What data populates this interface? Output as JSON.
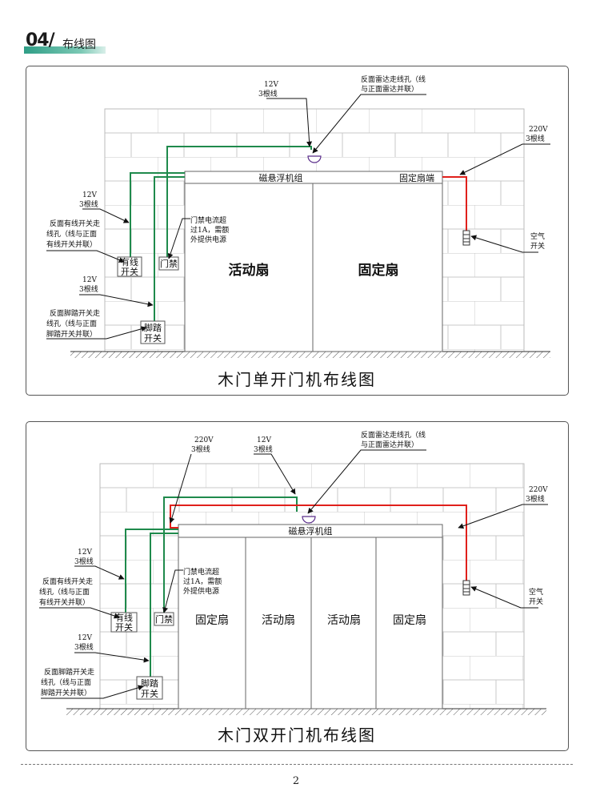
{
  "header": {
    "number": "04/",
    "title": "布线图"
  },
  "colors": {
    "accent": "#2f9e86",
    "wire_12v": "#1f8a4c",
    "wire_220v": "#e0201b",
    "brick": "#bfbfbf"
  },
  "diagram1": {
    "caption": "木门单开门机布线图",
    "header_unit": "磁悬浮机组",
    "header_end": "固定扇端",
    "leaves": [
      "活动扇",
      "固定扇"
    ],
    "labels": {
      "v12_top_a": "12V",
      "v12_top_b": "3根线",
      "radar_a": "反面雷达走线孔（线",
      "radar_b": "与正面雷达并联）",
      "v220_a": "220V",
      "v220_b": "3根线",
      "v12_left_a": "12V",
      "v12_left_b": "3根线",
      "wired_a": "反面有线开关走",
      "wired_b": "线孔（线与正面",
      "wired_c": "有线开关并联）",
      "v12_low_a": "12V",
      "v12_low_b": "3根线",
      "foot_a": "反面脚踏开关走",
      "foot_b": "线孔（线与正面",
      "foot_c": "脚踏开关并联）",
      "access_a": "门禁电流超",
      "access_b": "过1A，需额",
      "access_c": "外提供电源",
      "air_a": "空气",
      "air_b": "开关",
      "box_wired_a": "有线",
      "box_wired_b": "开关",
      "box_access": "门禁",
      "box_foot_a": "脚踏",
      "box_foot_b": "开关"
    }
  },
  "diagram2": {
    "caption": "木门双开门机布线图",
    "header_unit": "磁悬浮机组",
    "leaves": [
      "固定扇",
      "活动扇",
      "活动扇",
      "固定扇"
    ],
    "labels": {
      "v220L_a": "220V",
      "v220L_b": "3根线",
      "v12_top_a": "12V",
      "v12_top_b": "3根线",
      "radar_a": "反面雷达走线孔（线",
      "radar_b": "与正面雷达并联）",
      "v220R_a": "220V",
      "v220R_b": "3根线",
      "v12_left_a": "12V",
      "v12_left_b": "3根线",
      "wired_a": "反面有线开关走",
      "wired_b": "线孔（线与正面",
      "wired_c": "有线开关并联）",
      "v12_low_a": "12V",
      "v12_low_b": "3根线",
      "foot_a": "反面脚踏开关走",
      "foot_b": "线孔（线与正面",
      "foot_c": "脚踏开关并联）",
      "access_a": "门禁电流超",
      "access_b": "过1A，需额",
      "access_c": "外提供电源",
      "air_a": "空气",
      "air_b": "开关",
      "box_wired_a": "有线",
      "box_wired_b": "开关",
      "box_access": "门禁",
      "box_foot_a": "脚踏",
      "box_foot_b": "开关"
    }
  },
  "page_number": "2"
}
